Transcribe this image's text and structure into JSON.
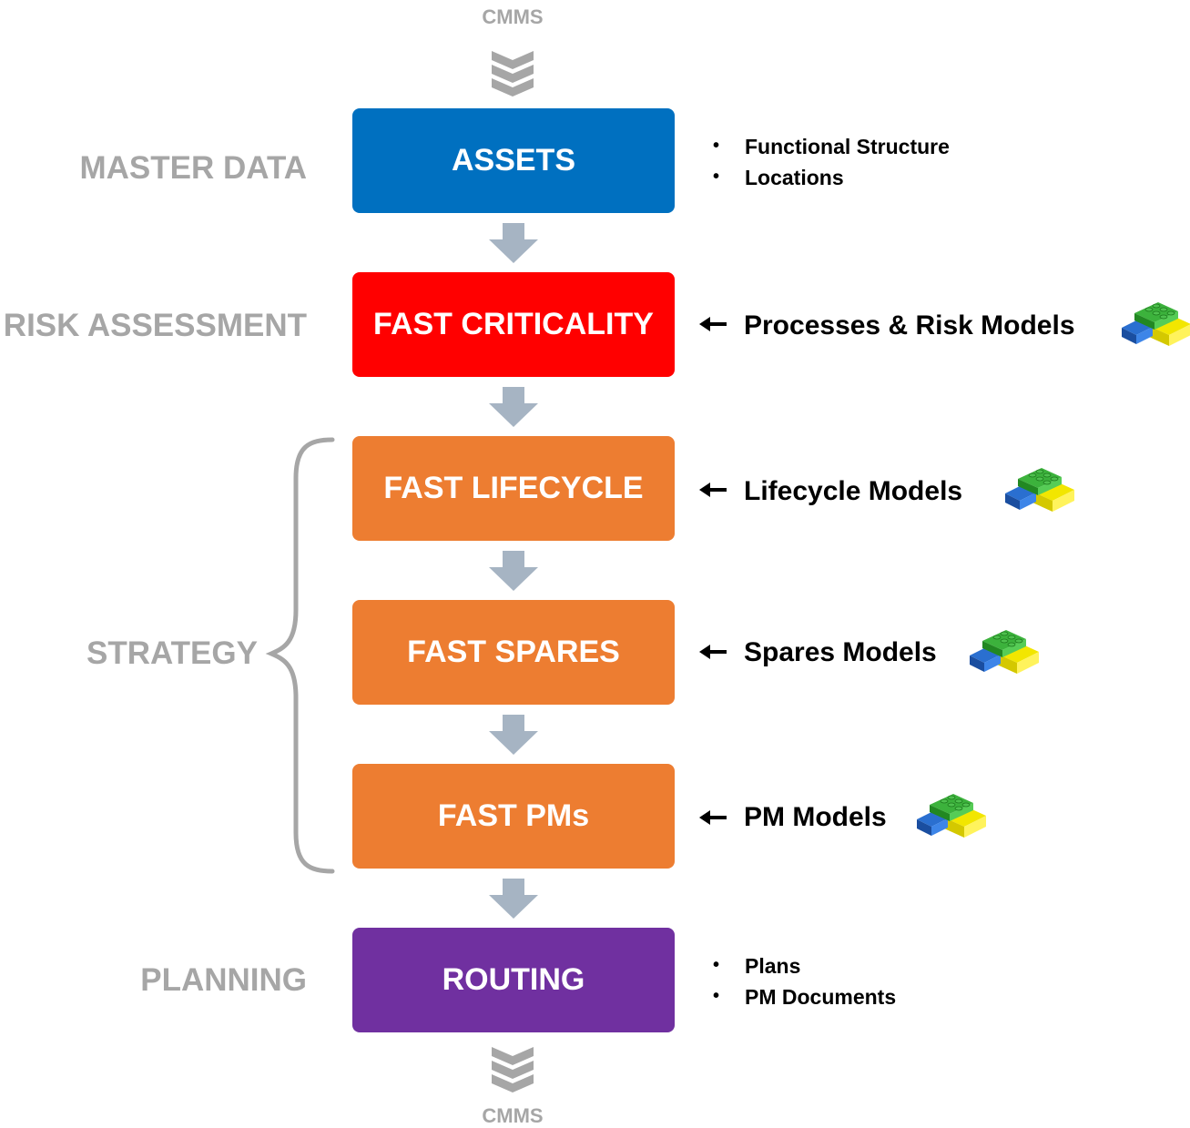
{
  "top_label": "CMMS",
  "bottom_label": "CMMS",
  "stages": [
    {
      "label": "MASTER DATA"
    },
    {
      "label": "RISK ASSESSMENT"
    },
    {
      "label": "STRATEGY"
    },
    {
      "label": "PLANNING"
    }
  ],
  "boxes": [
    {
      "label": "ASSETS",
      "color": "#0070c0"
    },
    {
      "label": "FAST CRITICALITY",
      "color": "#ff0000"
    },
    {
      "label": "FAST LIFECYCLE",
      "color": "#ed7d31"
    },
    {
      "label": "FAST SPARES",
      "color": "#ed7d31"
    },
    {
      "label": "FAST PMs",
      "color": "#ed7d31"
    },
    {
      "label": "ROUTING",
      "color": "#7030a0"
    }
  ],
  "assets_bullets": [
    "Functional Structure",
    "Locations"
  ],
  "routing_bullets": [
    "Plans",
    "PM Documents"
  ],
  "model_inputs": [
    {
      "label": "Processes & Risk Models",
      "icon": "lego-bricks-icon"
    },
    {
      "label": "Lifecycle Models",
      "icon": "lego-bricks-icon"
    },
    {
      "label": "Spares Models",
      "icon": "lego-bricks-icon"
    },
    {
      "label": "PM Models",
      "icon": "lego-bricks-icon"
    }
  ],
  "colors": {
    "stage_label": "#a6a6a6",
    "flow_arrow": "#a6b4c3",
    "brace": "#a6a6a6"
  }
}
